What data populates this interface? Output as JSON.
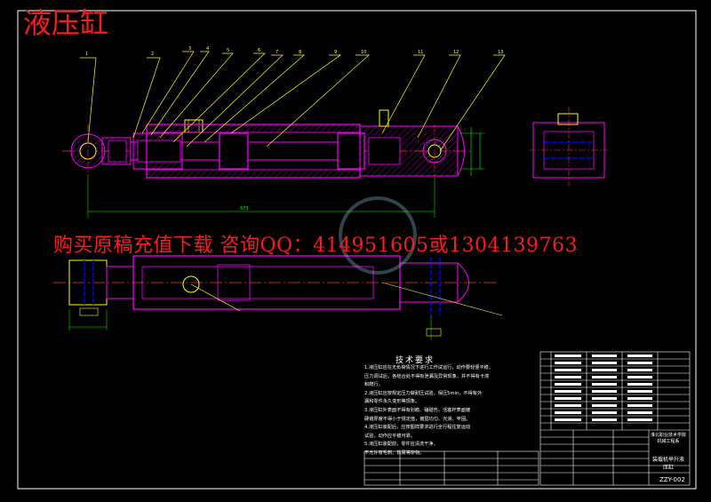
{
  "drawing": {
    "title": "液压缸",
    "ad_text": "购买原稿充值下载 咨询QQ：414951605或1304139763",
    "part_labels": [
      "1",
      "2",
      "3",
      "4",
      "5",
      "6",
      "7",
      "8",
      "9",
      "10",
      "11",
      "12",
      "13"
    ],
    "tech_requirements": {
      "title": "技术要求",
      "items": [
        "1.液压缸应在无负荷情况下进行工作试运行，动作要轻便平稳，",
        "压力调试后，各结合处不得有泄漏及异常现象，并不得有卡滞",
        "和爬行。",
        "2.液压缸应按规定压力做耐压试验，保压5min，不得有外",
        "漏和零件永久变形等现象。",
        "3.液压缸外表面不得有划痕、磕碰伤，活塞杆表面镀",
        "硬铬厚度不得小于规定值，镀层均匀、光滑、牢固。",
        "4.液压缸装配后，应按图样要求进行全行程往复运动",
        "试验，动作应平稳可靠。",
        "5.液压缸装配前，零件应清洗干净，",
        "不允许有毛刺、铁屑等杂物。"
      ]
    },
    "title_block": {
      "school": "淮北职业技术学院 机械工程系",
      "drawing_name": "装载机举升液压缸",
      "drawing_code": "ZZY-002"
    },
    "colors": {
      "background": "#000000",
      "frame": "#ffffff",
      "outline": "#ff00ff",
      "centerline": "#ff3333",
      "leader": "#ffff00",
      "hidden": "#0000ff",
      "dimension": "#00ff00",
      "hatch": "#ff00ff",
      "overlay_text": "#ff1a1a",
      "watermark": "#8cbed8"
    }
  }
}
